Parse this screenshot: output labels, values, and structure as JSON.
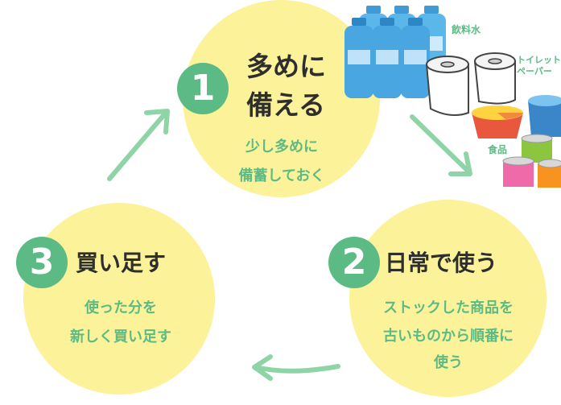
{
  "colors": {
    "circle": "#fbf29a",
    "accent": "#5cbb84",
    "title_text": "#2e2e2e"
  },
  "steps": [
    {
      "number": "1",
      "title_line1": "多めに",
      "title_line2": "備える",
      "desc_line1": "少し多めに",
      "desc_line2": "備蓄しておく"
    },
    {
      "number": "2",
      "title": "日常で使う",
      "desc_line1": "ストックした商品を",
      "desc_line2": "古いものから順番に",
      "desc_line3": "使う"
    },
    {
      "number": "3",
      "title": "買い足す",
      "desc_line1": "使った分を",
      "desc_line2": "新しく買い足す"
    }
  ],
  "illustration_labels": {
    "water": "飲料水",
    "toilet_paper_line1": "トイレット",
    "toilet_paper_line2": "ペーパー",
    "food": "食品"
  },
  "icons": [
    "water-bottles-icon",
    "toilet-paper-icon",
    "food-bowls-icon",
    "canned-food-icon",
    "cycle-arrow-icon"
  ]
}
